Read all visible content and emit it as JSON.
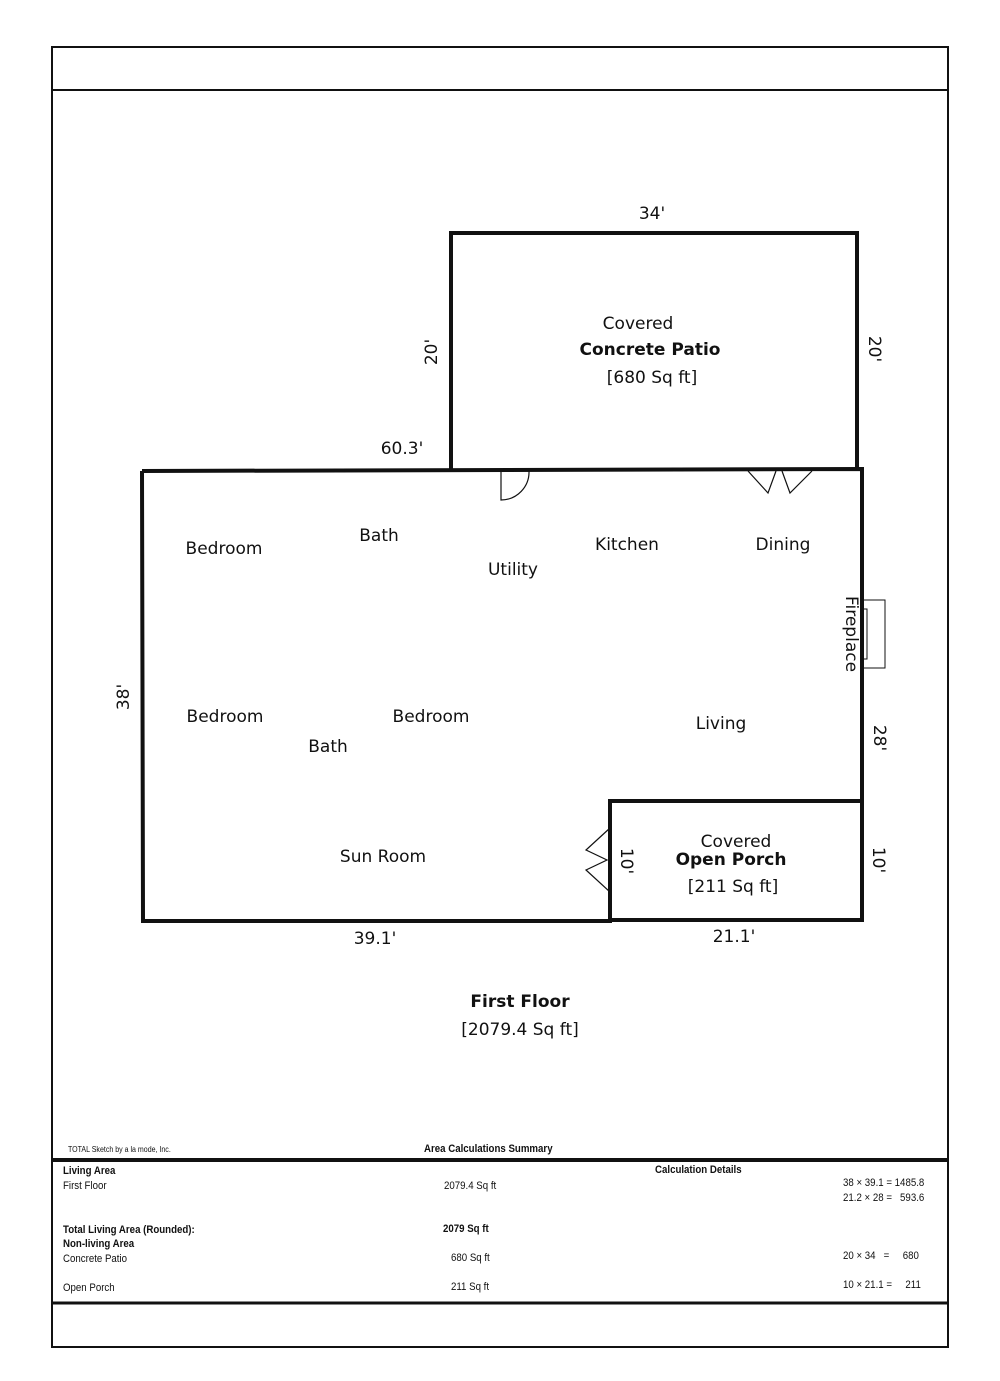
{
  "plan": {
    "patio": {
      "line1": "Covered",
      "line2": "Concrete Patio",
      "area": "[680 Sq ft]"
    },
    "porch": {
      "line1": "Covered",
      "line2": "Open Porch",
      "area": "[211 Sq ft]"
    },
    "rooms": [
      "Bedroom",
      "Bath",
      "Utility",
      "Kitchen",
      "Dining",
      "Fireplace",
      "Bedroom",
      "Bath",
      "Bedroom",
      "Living",
      "Sun Room"
    ],
    "dims": {
      "patio_top": "34'",
      "patio_left": "20'",
      "patio_right": "20'",
      "main_top": "60.3'",
      "main_left": "38'",
      "main_right": "28'",
      "porch_left": "10'",
      "porch_right": "10'",
      "main_bottom": "39.1'",
      "porch_bottom": "21.1'"
    },
    "floor_title": "First Floor",
    "floor_area": "[2079.4 Sq ft]"
  },
  "summary": {
    "credit": "TOTAL Sketch by a la mode, Inc.",
    "title": "Area Calculations Summary",
    "living_header": "Living Area",
    "details_header": "Calculation Details",
    "first_floor": {
      "name": "First Floor",
      "area": "2079.4 Sq ft",
      "calcs": [
        "38 × 39.1 = 1485.8",
        "21.2 × 28 =   593.6"
      ]
    },
    "total_label": "Total Living Area (Rounded):",
    "total_value": "2079 Sq ft",
    "nonliving_header": "Non-living Area",
    "patio": {
      "name": "Concrete Patio",
      "area": "680 Sq ft",
      "calc": "20 × 34   =     680"
    },
    "porch": {
      "name": "Open Porch",
      "area": "211 Sq ft",
      "calc": "10 × 21.1 =     211"
    }
  }
}
